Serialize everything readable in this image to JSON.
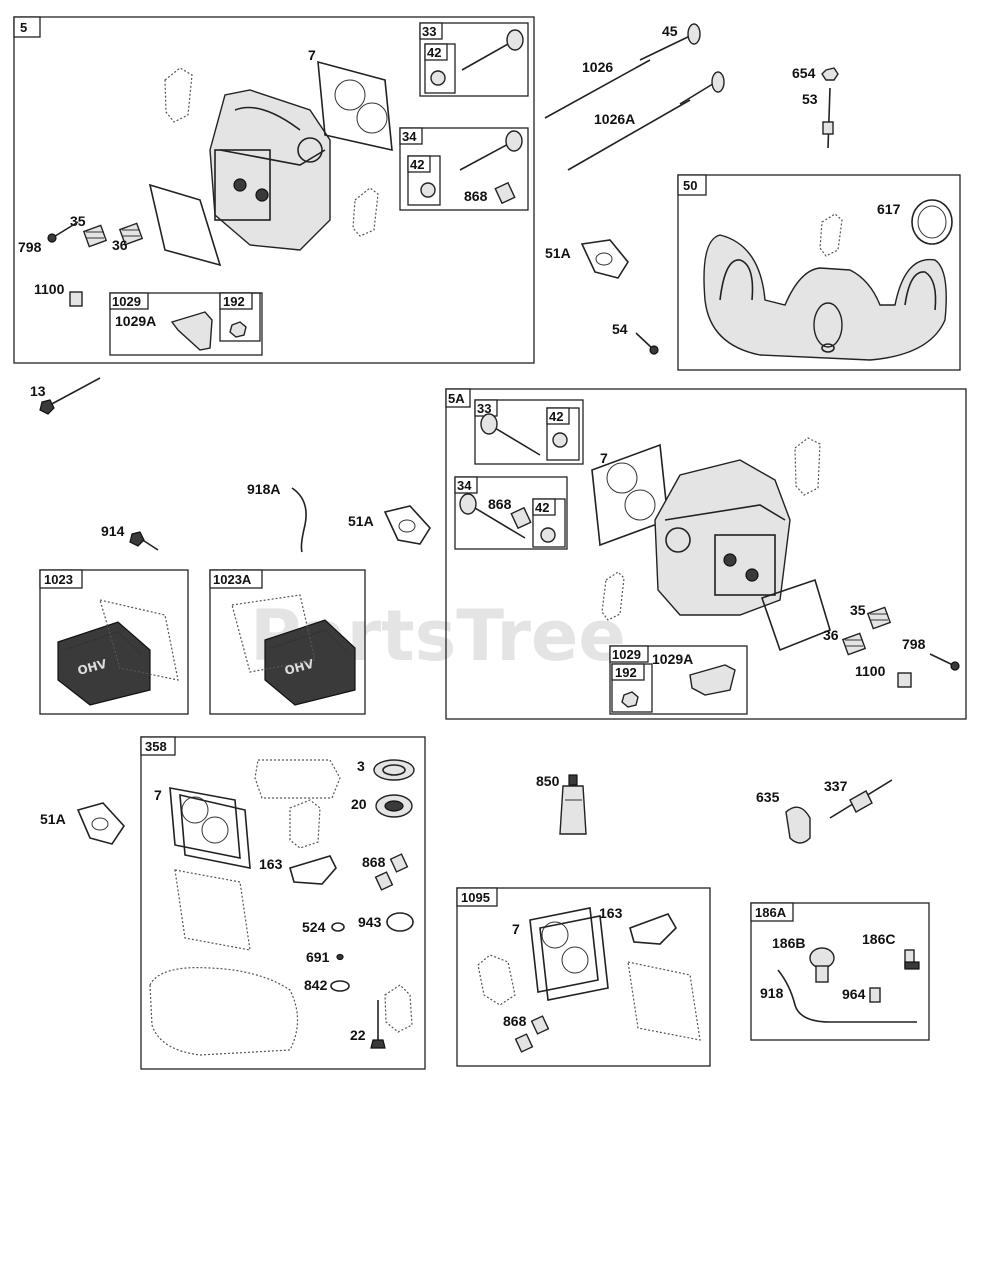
{
  "watermark": "PartsTree",
  "boxes": {
    "b5": "5",
    "b33a": "33",
    "b42a": "42",
    "b34a": "34",
    "b42b": "42",
    "b1029a": "1029",
    "b192a": "192",
    "b50": "50",
    "b5A": "5A",
    "b33b": "33",
    "b42c": "42",
    "b34b": "34",
    "b42d": "42",
    "b1029b": "1029",
    "b192b": "192",
    "b1023": "1023",
    "b1023A": "1023A",
    "b358": "358",
    "b1095": "1095",
    "b186A": "186A"
  },
  "labels": {
    "l7a": "7",
    "l868a": "868",
    "l45": "45",
    "l1026": "1026",
    "l1026A": "1026A",
    "l654": "654",
    "l53": "53",
    "l617": "617",
    "l51Aa": "51A",
    "l54": "54",
    "l35a": "35",
    "l798a": "798",
    "l36a": "36",
    "l1100a": "1100",
    "l1029Aa": "1029A",
    "l13": "13",
    "l918A": "918A",
    "l51Ab": "51A",
    "l914": "914",
    "l7b": "7",
    "l868b": "868",
    "l35b": "35",
    "l36b": "36",
    "l798b": "798",
    "l1100b": "1100",
    "l1029Ab": "1029A",
    "l51Ac": "51A",
    "l7c": "7",
    "l3": "3",
    "l20": "20",
    "l163a": "163",
    "l868c": "868",
    "l524": "524",
    "l943": "943",
    "l691": "691",
    "l842": "842",
    "l22": "22",
    "l850": "850",
    "l635": "635",
    "l337": "337",
    "l7d": "7",
    "l163b": "163",
    "l868d": "868",
    "l186B": "186B",
    "l186C": "186C",
    "l918": "918",
    "l964": "964"
  }
}
